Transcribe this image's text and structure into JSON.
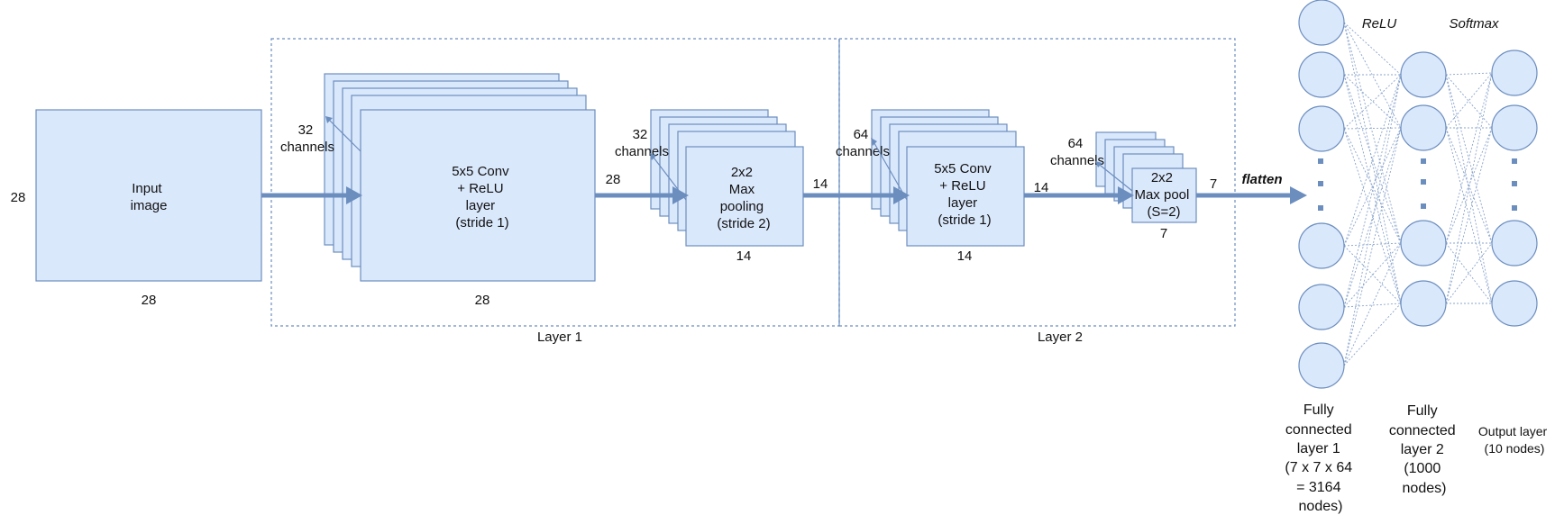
{
  "input": {
    "label": [
      "Input",
      "image"
    ],
    "height": "28",
    "width": "28"
  },
  "conv1": {
    "channels": [
      "32",
      "channels"
    ],
    "label": [
      "5x5 Conv",
      "+ ReLU",
      "layer",
      "(stride 1)"
    ],
    "width": "28",
    "out": "28"
  },
  "pool1": {
    "channels": [
      "32",
      "channels"
    ],
    "label": [
      "2x2",
      "Max",
      "pooling",
      "(stride 2)"
    ],
    "width": "14",
    "out": "14"
  },
  "conv2": {
    "channels": [
      "64",
      "channels"
    ],
    "label": [
      "5x5 Conv",
      "+ ReLU",
      "layer",
      "(stride 1)"
    ],
    "width": "14",
    "out": "14"
  },
  "pool2": {
    "channels": [
      "64",
      "channels"
    ],
    "label": [
      "2x2",
      "Max pool",
      "(S=2)"
    ],
    "width": "7",
    "out": "7"
  },
  "groups": {
    "layer1": "Layer 1",
    "layer2": "Layer 2"
  },
  "flatten": "flatten",
  "activations": {
    "relu": "ReLU",
    "softmax": "Softmax"
  },
  "dense": {
    "fc1": [
      "Fully",
      "connected",
      "layer 1",
      "(7 x 7 x 64",
      "= 3164",
      "nodes)"
    ],
    "fc2": [
      "Fully",
      "connected",
      "layer 2",
      "(1000",
      "nodes)"
    ],
    "out": [
      "Output layer",
      "(10 nodes)"
    ]
  }
}
